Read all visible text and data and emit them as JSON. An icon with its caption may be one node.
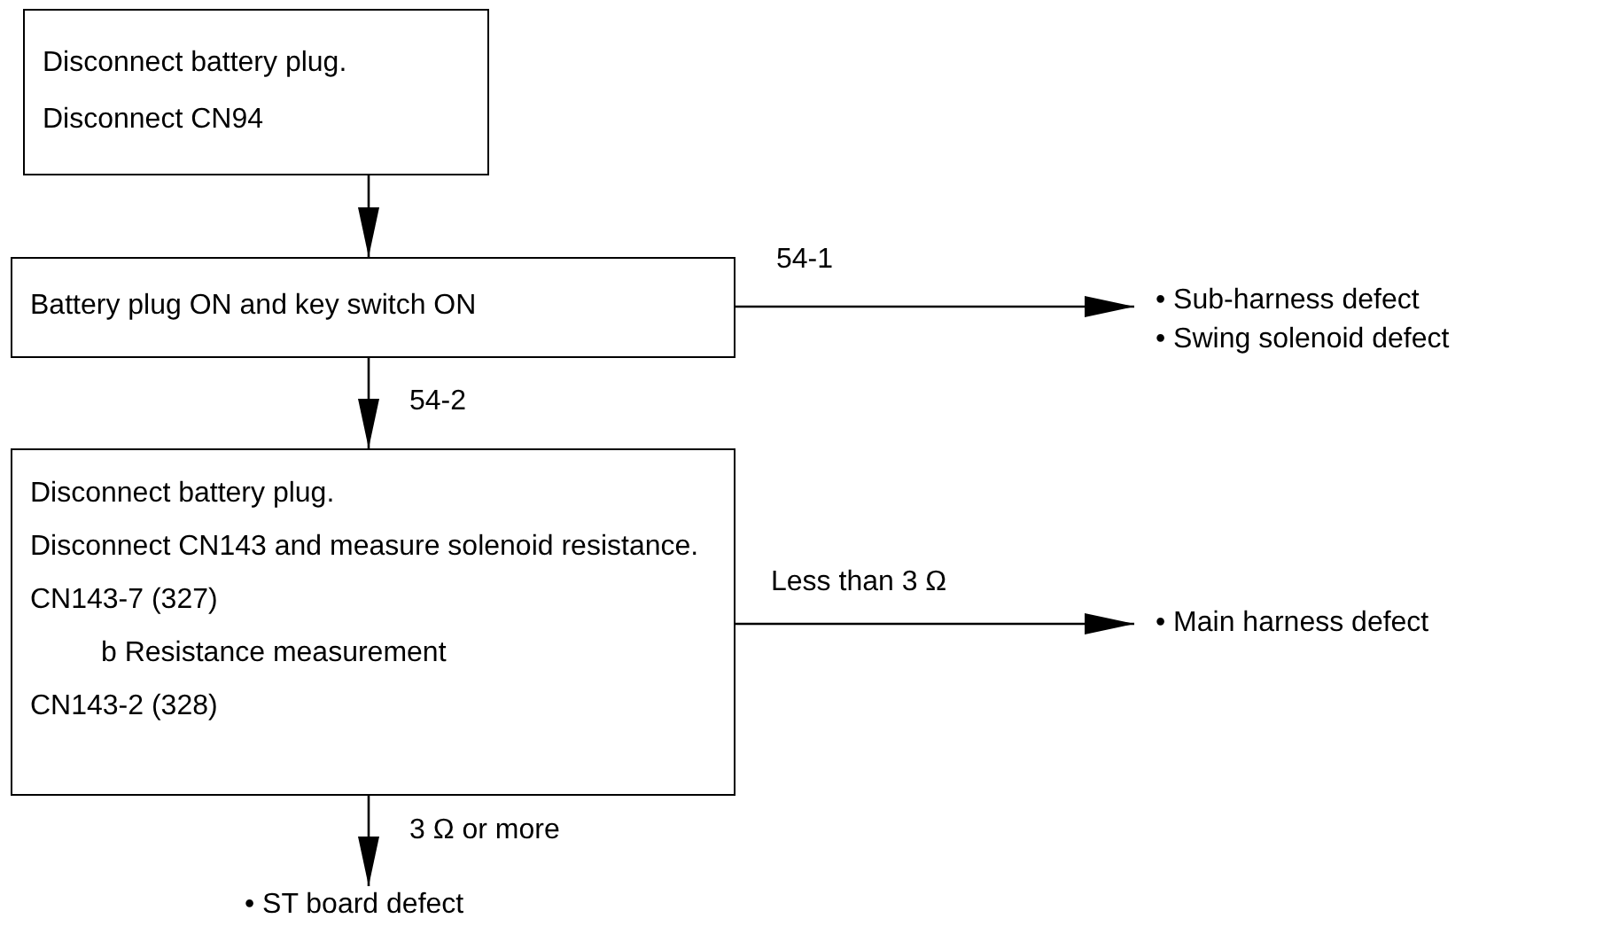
{
  "diagram": {
    "nodes": [
      {
        "text": [
          "Disconnect battery plug.",
          "Disconnect CN94"
        ]
      },
      {
        "text": [
          "Battery plug ON and key switch ON"
        ]
      },
      {
        "text": [
          "• Sub-harness defect",
          "• Swing solenoid defect"
        ]
      },
      {
        "text": [
          "Disconnect battery plug.",
          "Disconnect CN143 and measure solenoid resistance.",
          "CN143-7 (327)",
          "b Resistance measurement",
          "CN143-2 (328)"
        ]
      },
      {
        "text": [
          "• Main harness defect"
        ]
      },
      {
        "text": [
          "• ST board defect"
        ]
      }
    ],
    "edges": [
      {
        "from": 0,
        "to": 1,
        "arrow": "to"
      },
      {
        "from": 1,
        "to": 2,
        "arrow": "to",
        "label": "54-1"
      },
      {
        "from": 1,
        "to": 3,
        "arrow": "to",
        "label": "54-2"
      },
      {
        "from": 3,
        "to": 4,
        "arrow": "to",
        "label": "Less than 3 Ω"
      },
      {
        "from": 3,
        "to": 5,
        "arrow": "to",
        "label": "3 Ω or more"
      }
    ]
  }
}
